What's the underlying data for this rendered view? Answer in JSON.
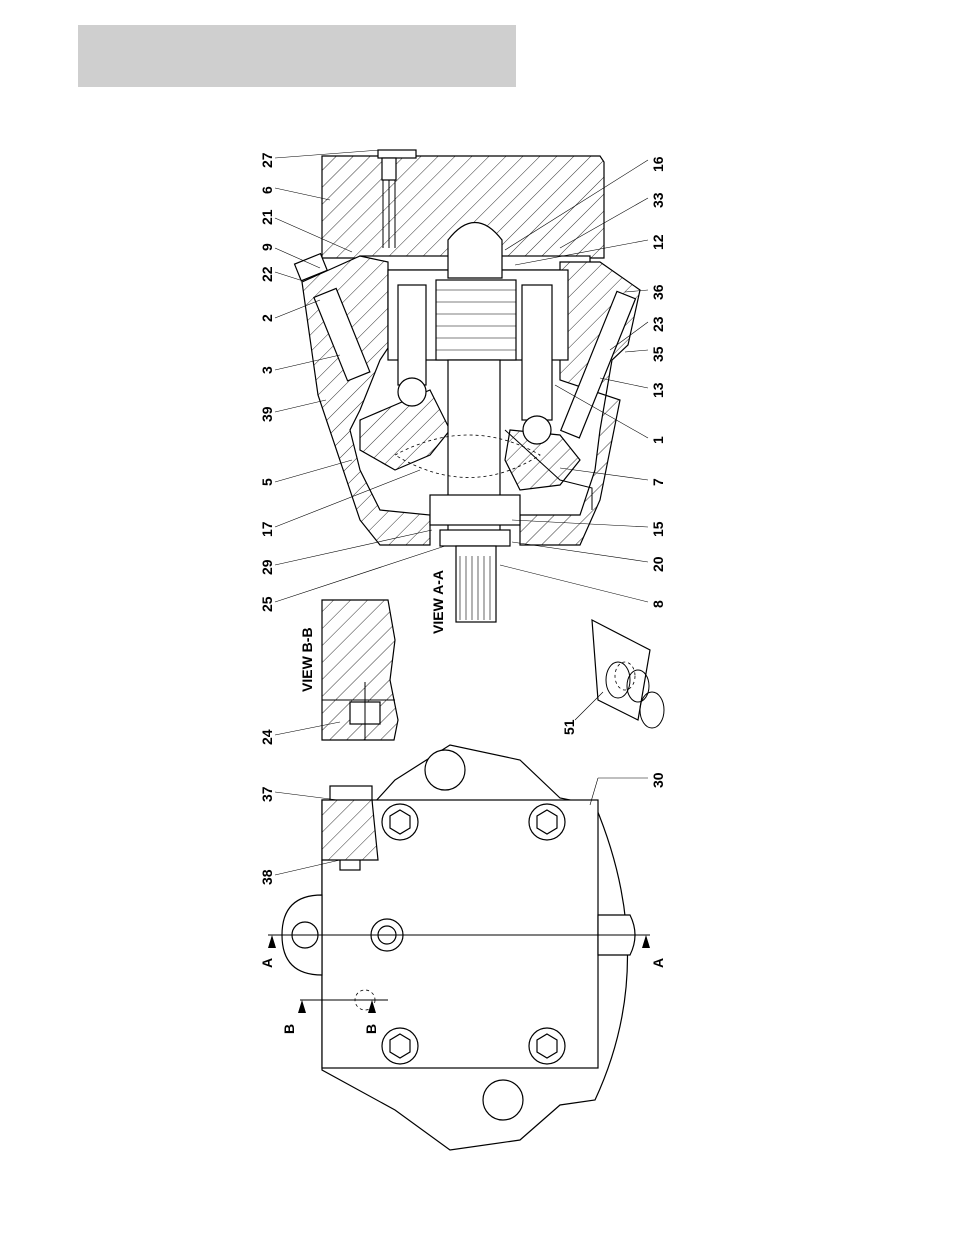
{
  "header_bar": {
    "color": "#cfcfcf"
  },
  "view_labels": {
    "view_aa": "VIEW A-A",
    "view_bb": "VIEW B-B"
  },
  "section_markers": {
    "a": "A",
    "b": "B"
  },
  "callouts": {
    "c27": "27",
    "c6": "6",
    "c21": "21",
    "c9": "9",
    "c22": "22",
    "c2": "2",
    "c3": "3",
    "c39": "39",
    "c5": "5",
    "c17": "17",
    "c29": "29",
    "c25": "25",
    "c24": "24",
    "c16": "16",
    "c33": "33",
    "c12": "12",
    "c36": "36",
    "c23": "23",
    "c35": "35",
    "c13": "13",
    "c1": "1",
    "c7": "7",
    "c15": "15",
    "c20": "20",
    "c8": "8",
    "c51": "51",
    "c37": "37",
    "c38": "38",
    "c30": "30"
  }
}
